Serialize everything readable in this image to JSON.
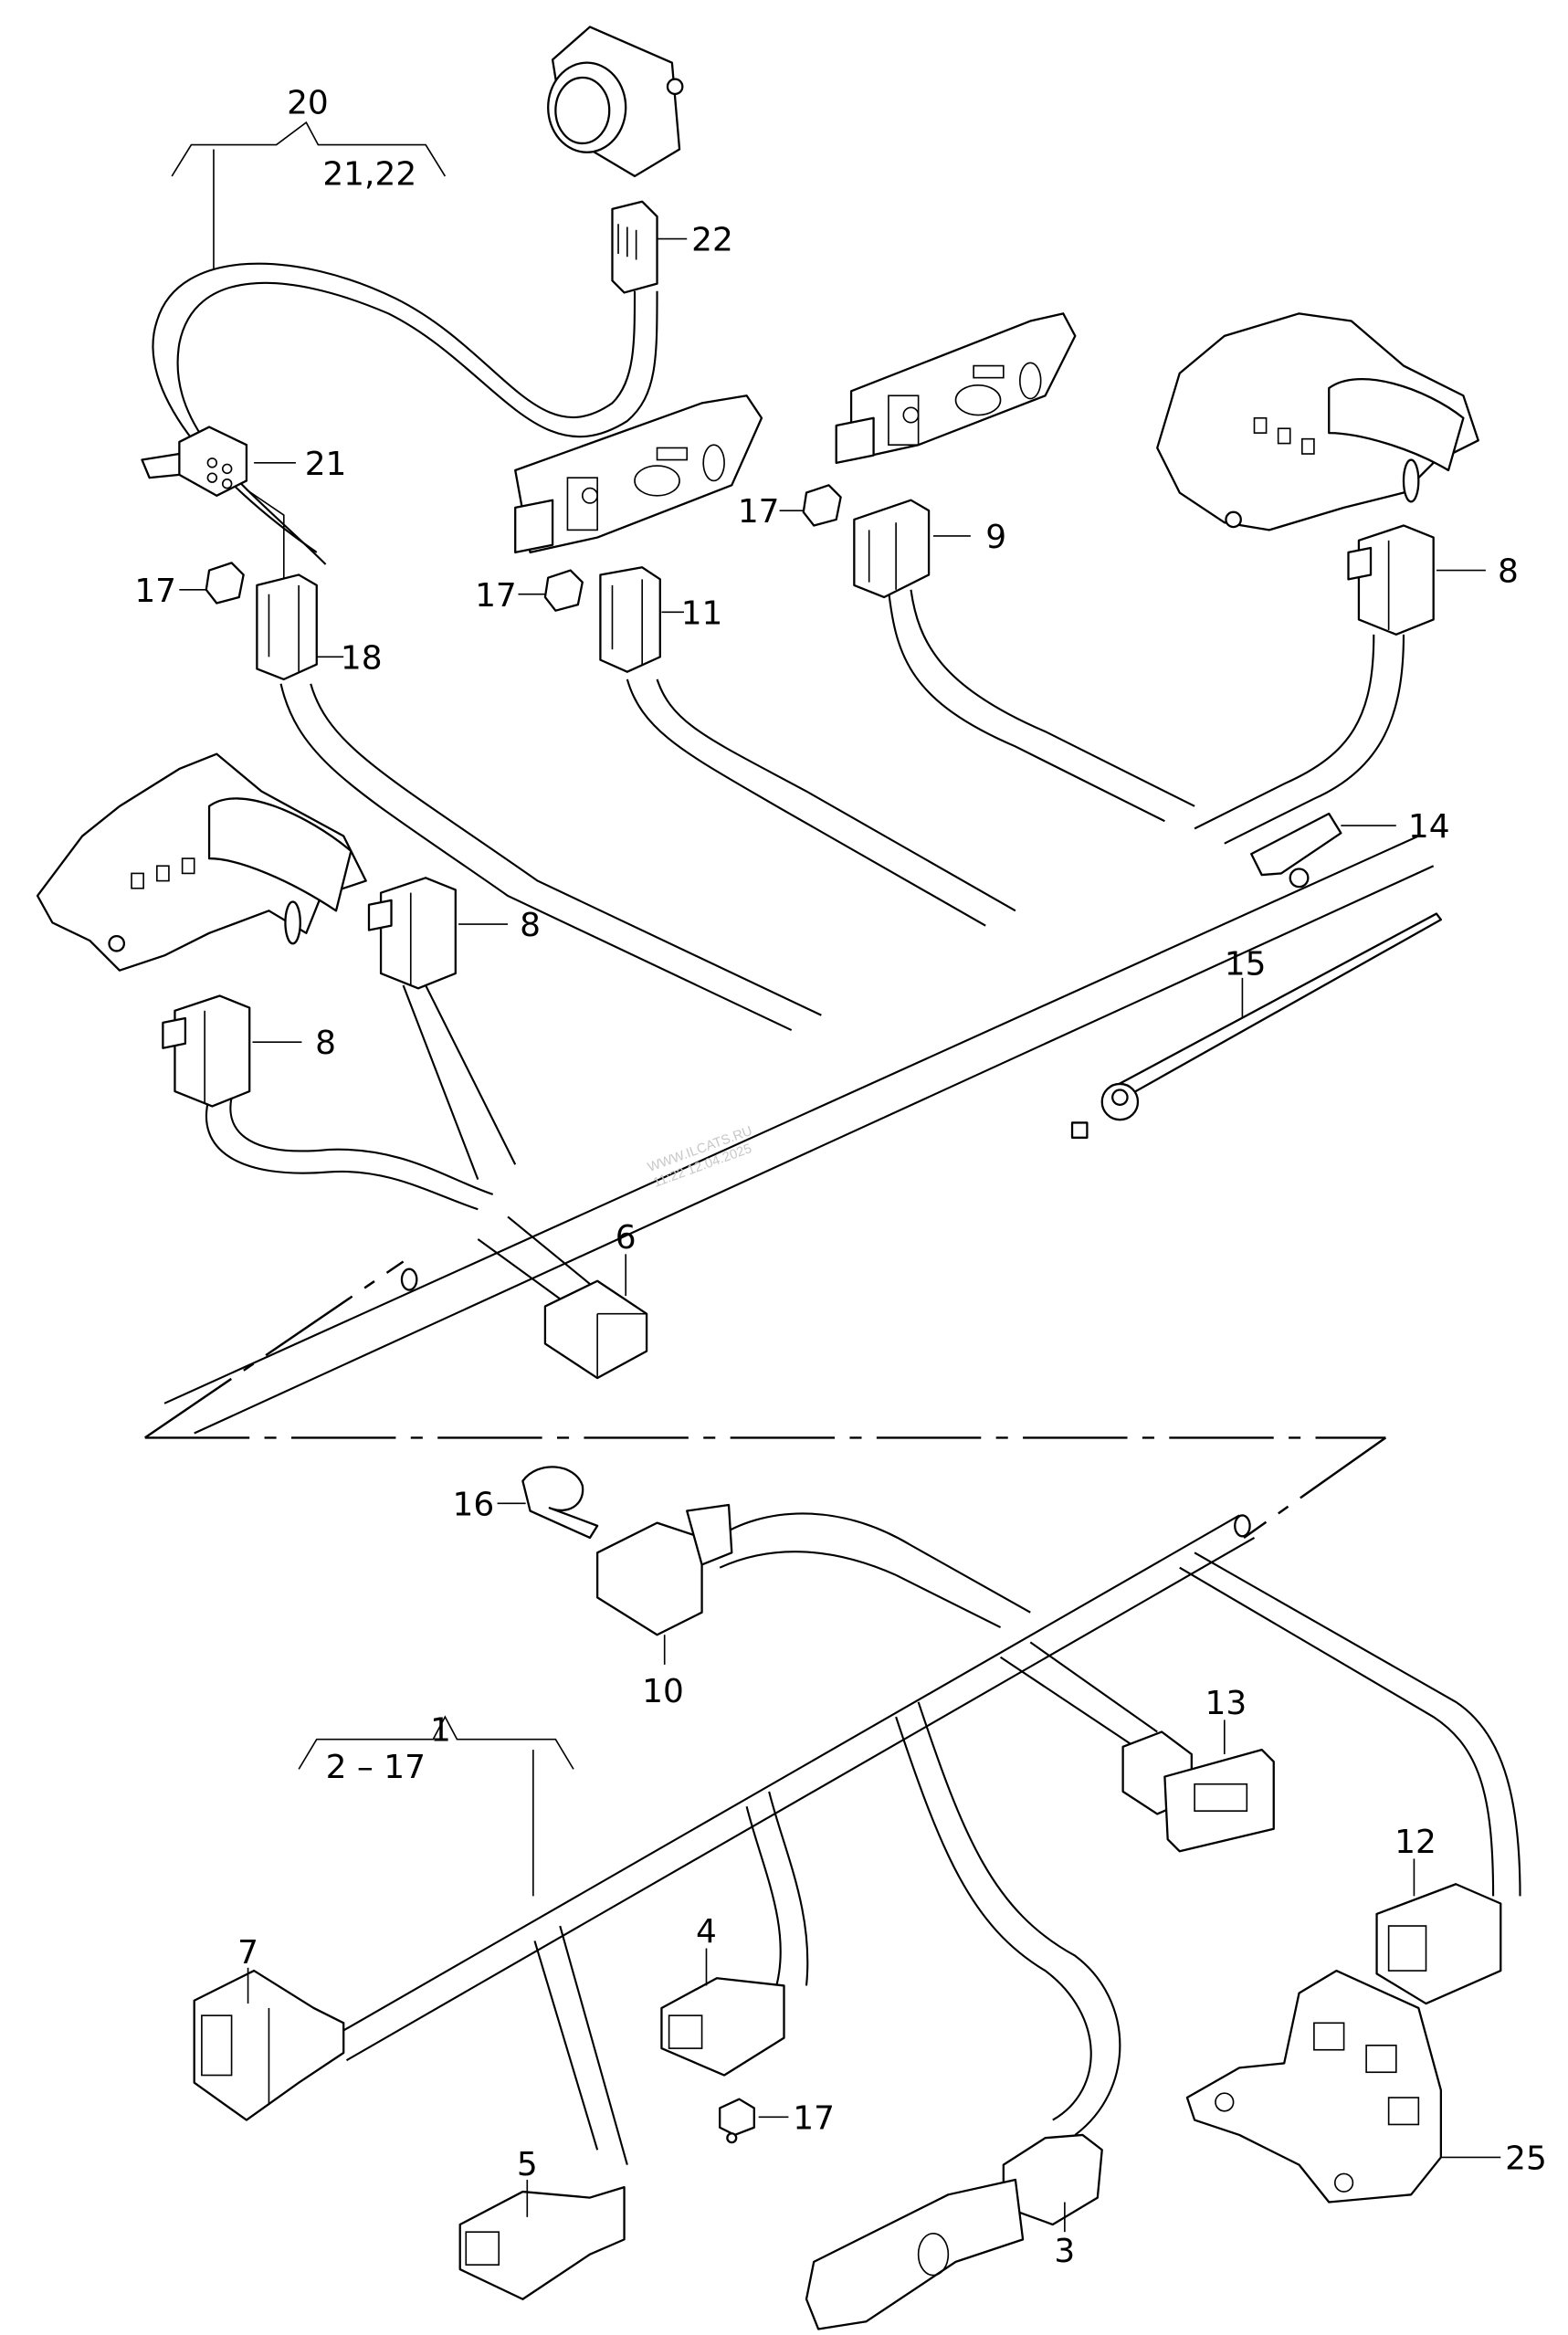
{
  "diagram": {
    "title": "Seat wiring harness – exploded parts view",
    "watermark": {
      "line1": "WWW.ILCATS.RU",
      "line2": "11:22 12.04.2025"
    },
    "callouts": [
      {
        "id": "c20",
        "text": "20"
      },
      {
        "id": "c20sub",
        "text": "21,22"
      },
      {
        "id": "c22",
        "text": "22"
      },
      {
        "id": "c21",
        "text": "21"
      },
      {
        "id": "c17a",
        "text": "17"
      },
      {
        "id": "c18",
        "text": "18"
      },
      {
        "id": "c17b",
        "text": "17"
      },
      {
        "id": "c11",
        "text": "11"
      },
      {
        "id": "c17c",
        "text": "17"
      },
      {
        "id": "c9",
        "text": "9"
      },
      {
        "id": "c8a",
        "text": "8"
      },
      {
        "id": "c14",
        "text": "14"
      },
      {
        "id": "c15",
        "text": "15"
      },
      {
        "id": "c8b",
        "text": "8"
      },
      {
        "id": "c8c",
        "text": "8"
      },
      {
        "id": "c6",
        "text": "6"
      },
      {
        "id": "c16",
        "text": "16"
      },
      {
        "id": "c10",
        "text": "10"
      },
      {
        "id": "c1",
        "text": "1"
      },
      {
        "id": "c1sub",
        "text": "2 – 17"
      },
      {
        "id": "c13",
        "text": "13"
      },
      {
        "id": "c12",
        "text": "12"
      },
      {
        "id": "c7",
        "text": "7"
      },
      {
        "id": "c4",
        "text": "4"
      },
      {
        "id": "c17d",
        "text": "17"
      },
      {
        "id": "c5",
        "text": "5"
      },
      {
        "id": "c3",
        "text": "3"
      },
      {
        "id": "c25",
        "text": "25"
      }
    ]
  }
}
